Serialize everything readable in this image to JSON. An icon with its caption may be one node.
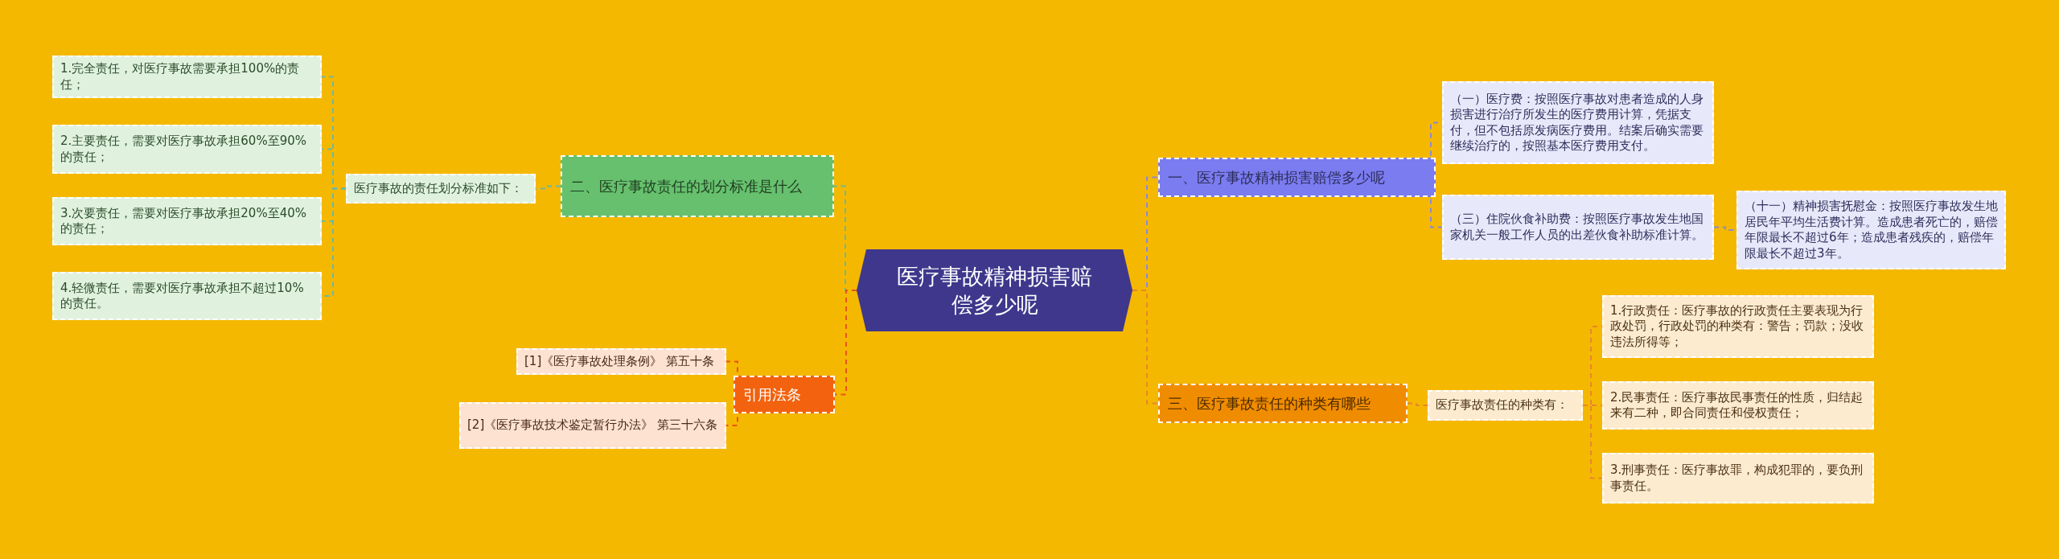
{
  "diagram": {
    "nodes": [
      {
        "text": [
          "医疗事故精神损害赔偿多少呢"
        ]
      },
      {
        "text": [
          "一、医疗事故精神损害赔偿多少呢"
        ]
      },
      {
        "text": [
          "（一）医疗费：按照医疗事故对患者造成的人身损害进行治疗所发生的医疗费用计算，凭据支付，但不包括原发病医疗费用。结案后确实需要继续治疗的，按照基本医疗费用支付。"
        ]
      },
      {
        "text": [
          "（三）住院伙食补助费：按照医疗事故发生地国家机关一般工作人员的出差伙食补助标准计算。"
        ]
      },
      {
        "text": [
          "（十一）精神损害抚慰金：按照医疗事故发生地居民年平均生活费计算。造成患者死亡的，赔偿年限最长不超过6年；造成患者残疾的，赔偿年限最长不超过3年。"
        ]
      },
      {
        "text": [
          "三、医疗事故责任的种类有哪些"
        ]
      },
      {
        "text": [
          "医疗事故责任的种类有："
        ]
      },
      {
        "text": [
          "1.行政责任：医疗事故的行政责任主要表现为行政处罚，行政处罚的种类有：警告；罚款；没收违法所得等；"
        ]
      },
      {
        "text": [
          "2.民事责任：医疗事故民事责任的性质，归结起来有二种，即合同责任和侵权责任；"
        ]
      },
      {
        "text": [
          "3.刑事责任：医疗事故罪，构成犯罪的，要负刑事责任。"
        ]
      },
      {
        "text": [
          "二、医疗事故责任的划分标准是什么"
        ]
      },
      {
        "text": [
          "医疗事故的责任划分标准如下："
        ]
      },
      {
        "text": [
          "1.完全责任，对医疗事故需要承担100%的责任；"
        ]
      },
      {
        "text": [
          "2.主要责任，需要对医疗事故承担60%至90%的责任；"
        ]
      },
      {
        "text": [
          "3.次要责任，需要对医疗事故承担20%至40%的责任；"
        ]
      },
      {
        "text": [
          "4.轻微责任，需要对医疗事故承担不超过10%的责任。"
        ]
      },
      {
        "text": [
          "引用法条"
        ]
      },
      {
        "text": [
          "[1]《医疗事故处理条例》 第五十条"
        ]
      },
      {
        "text": [
          "[2]《医疗事故技术鉴定暂行办法》 第三十六条"
        ]
      }
    ],
    "edges": [
      {
        "from": 0,
        "to": 1,
        "arrow": "none",
        "style": "dashed",
        "color": "#8c88d8"
      },
      {
        "from": 1,
        "to": 2,
        "arrow": "none",
        "style": "dashed",
        "color": "#8c88d8"
      },
      {
        "from": 1,
        "to": 3,
        "arrow": "none",
        "style": "dashed",
        "color": "#8c88d8"
      },
      {
        "from": 3,
        "to": 4,
        "arrow": "none",
        "style": "dashed",
        "color": "#8c88d8"
      },
      {
        "from": 0,
        "to": 5,
        "arrow": "none",
        "style": "dashed",
        "color": "#e8862a"
      },
      {
        "from": 5,
        "to": 6,
        "arrow": "none",
        "style": "dashed",
        "color": "#e8862a"
      },
      {
        "from": 6,
        "to": 7,
        "arrow": "none",
        "style": "dashed",
        "color": "#e8862a"
      },
      {
        "from": 6,
        "to": 8,
        "arrow": "none",
        "style": "dashed",
        "color": "#e8862a"
      },
      {
        "from": 6,
        "to": 9,
        "arrow": "none",
        "style": "dashed",
        "color": "#e8862a"
      },
      {
        "from": 0,
        "to": 10,
        "arrow": "none",
        "style": "dashed",
        "color": "#6cb8a0"
      },
      {
        "from": 10,
        "to": 11,
        "arrow": "none",
        "style": "dashed",
        "color": "#6cb8a0"
      },
      {
        "from": 11,
        "to": 12,
        "arrow": "none",
        "style": "dashed",
        "color": "#6cb8a0"
      },
      {
        "from": 11,
        "to": 13,
        "arrow": "none",
        "style": "dashed",
        "color": "#6cb8a0"
      },
      {
        "from": 11,
        "to": 14,
        "arrow": "none",
        "style": "dashed",
        "color": "#6cb8a0"
      },
      {
        "from": 11,
        "to": 15,
        "arrow": "none",
        "style": "dashed",
        "color": "#6cb8a0"
      },
      {
        "from": 0,
        "to": 16,
        "arrow": "none",
        "style": "dashed",
        "color": "#e8531c"
      },
      {
        "from": 16,
        "to": 17,
        "arrow": "none",
        "style": "dashed",
        "color": "#e8531c"
      },
      {
        "from": 16,
        "to": 18,
        "arrow": "none",
        "style": "dashed",
        "color": "#e8531c"
      }
    ]
  }
}
